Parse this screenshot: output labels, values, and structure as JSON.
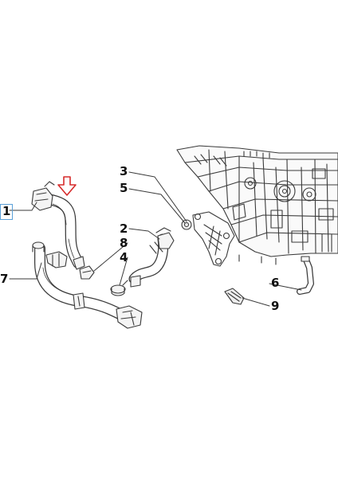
{
  "callouts": {
    "c1": "1",
    "c2": "2",
    "c3": "3",
    "c4": "4",
    "c5": "5",
    "c6": "6",
    "c7": "7",
    "c8": "8",
    "c9": "9"
  },
  "colors": {
    "highlight_arrow": "#d62b2b",
    "line_art": "#3a3a3a",
    "callout_box": "#5aa0d8",
    "background": "#ffffff"
  }
}
